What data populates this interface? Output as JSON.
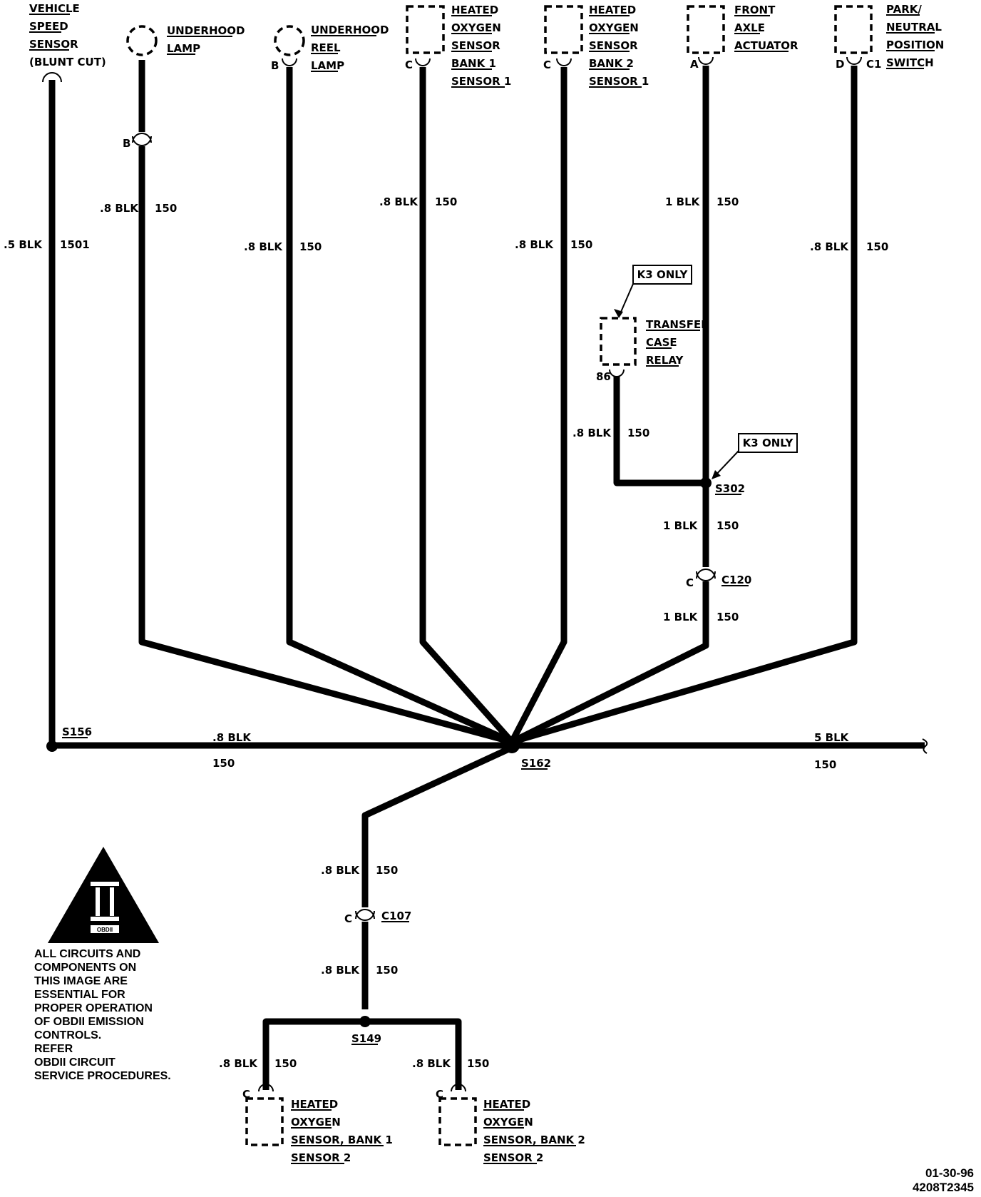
{
  "components": {
    "vss": {
      "lines": [
        "VEHICLE",
        "SPEED",
        "SENSOR",
        "(BLUNT CUT)"
      ]
    },
    "underhood_lamp": {
      "lines": [
        "UNDERHOOD",
        "LAMP"
      ]
    },
    "underhood_reel_lamp": {
      "lines": [
        "UNDERHOOD",
        "REEL",
        "LAMP"
      ],
      "pin": "B"
    },
    "ho2s_b1s1": {
      "lines": [
        "HEATED",
        "OXYGEN",
        "SENSOR",
        "BANK 1",
        "SENSOR 1"
      ],
      "pin": "C"
    },
    "ho2s_b2s1": {
      "lines": [
        "HEATED",
        "OXYGEN",
        "SENSOR",
        "BANK 2",
        "SENSOR 1"
      ],
      "pin": "C"
    },
    "front_axle": {
      "lines": [
        "FRONT",
        "AXLE",
        "ACTUATOR"
      ],
      "pin": "A"
    },
    "pnp_switch": {
      "lines": [
        "PARK/",
        "NEUTRAL",
        "POSITION",
        "SWITCH"
      ],
      "pin": "D",
      "connector": "C1"
    },
    "transfer_relay": {
      "lines": [
        "TRANSFER",
        "CASE",
        "RELAY"
      ],
      "pin": "86",
      "note": "K3 ONLY"
    },
    "ho2s_b1s2": {
      "lines": [
        "HEATED",
        "OXYGEN",
        "SENSOR, BANK 1",
        "SENSOR 2"
      ],
      "pin": "C"
    },
    "ho2s_b2s2": {
      "lines": [
        "HEATED",
        "OXYGEN",
        "SENSOR, BANK 2",
        "SENSOR 2"
      ],
      "pin": "C"
    }
  },
  "connectors": {
    "lamp_inline_pin": "B",
    "c120": {
      "name": "C120",
      "pin": "C"
    },
    "c107": {
      "name": "C107",
      "pin": "C"
    }
  },
  "splices": {
    "s156": "S156",
    "s162": "S162",
    "s302": "S302",
    "s302_note": "K3 ONLY",
    "s149": "S149"
  },
  "wires": {
    "vss": {
      "gauge": ".5 BLK",
      "circuit": "1501"
    },
    "lamp": {
      "gauge": ".8 BLK",
      "circuit": "150"
    },
    "reel": {
      "gauge": ".8 BLK",
      "circuit": "150"
    },
    "ho2s1": {
      "gauge": ".8 BLK",
      "circuit": "150"
    },
    "ho2s2": {
      "gauge": ".8 BLK",
      "circuit": "150"
    },
    "axle_top": {
      "gauge": "1 BLK",
      "circuit": "150"
    },
    "pnp": {
      "gauge": ".8 BLK",
      "circuit": "150"
    },
    "relay": {
      "gauge": ".8 BLK",
      "circuit": "150"
    },
    "axle_mid": {
      "gauge": "1 BLK",
      "circuit": "150"
    },
    "axle_low": {
      "gauge": "1 BLK",
      "circuit": "150"
    },
    "s156_s162": {
      "gauge": ".8 BLK",
      "circuit": "150"
    },
    "right_out": {
      "gauge": "5 BLK",
      "circuit": "150"
    },
    "down_upper": {
      "gauge": ".8 BLK",
      "circuit": "150"
    },
    "down_lower": {
      "gauge": ".8 BLK",
      "circuit": "150"
    },
    "b1s2": {
      "gauge": ".8 BLK",
      "circuit": "150"
    },
    "b2s2": {
      "gauge": ".8 BLK",
      "circuit": "150"
    }
  },
  "notice": {
    "badge": "OBDII",
    "lines": [
      "ALL CIRCUITS AND",
      "COMPONENTS ON",
      "THIS IMAGE ARE",
      "ESSENTIAL FOR",
      "PROPER OPERATION",
      "OF OBDII EMISSION",
      "CONTROLS.",
      "REFER",
      "OBDII CIRCUIT",
      "SERVICE PROCEDURES."
    ]
  },
  "stamp": {
    "date": "01-30-96",
    "code": "4208T2345"
  }
}
